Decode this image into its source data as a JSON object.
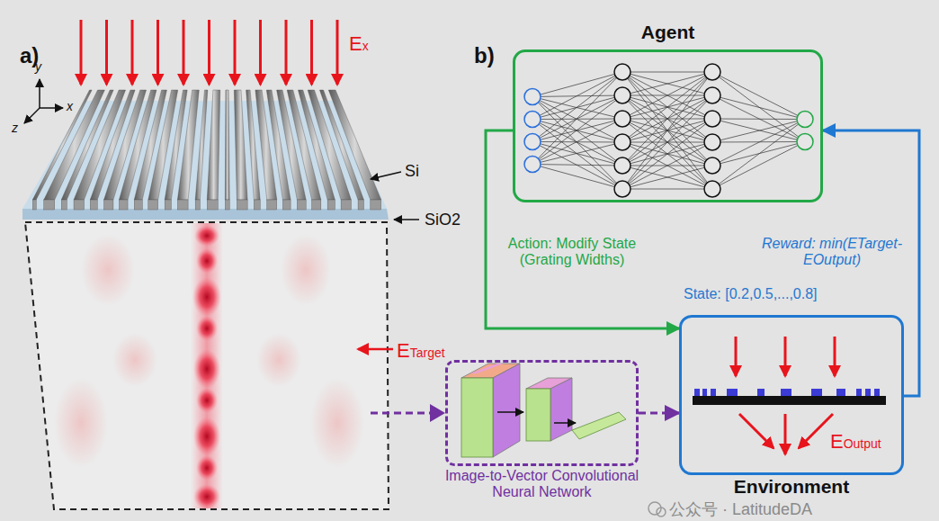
{
  "diagram": {
    "nodes": [
      {
        "text": [
          "Agent"
        ]
      },
      {
        "text": [
          "Image-to-Vector Convolutional Neural Network"
        ]
      },
      {
        "text": [
          "EOutput",
          "Environment"
        ]
      }
    ],
    "edges": [
      {
        "from": 0,
        "to": 2,
        "arrow": "to",
        "label": "Action: Modify State (Grating Widths)"
      },
      {
        "from": 2,
        "to": 0,
        "arrow": "to",
        "label": "Reward: min(ETarget-EOutput)"
      },
      {
        "from": 1,
        "to": 2,
        "arrow": "to"
      }
    ],
    "labels": [
      "a)",
      "Ex",
      "y",
      "x",
      "z",
      "Si",
      "SiO2",
      "ETarget",
      "b)",
      "State: [0.2,0.5,...,0.8]",
      "公众号 · LatitudeDA"
    ]
  }
}
